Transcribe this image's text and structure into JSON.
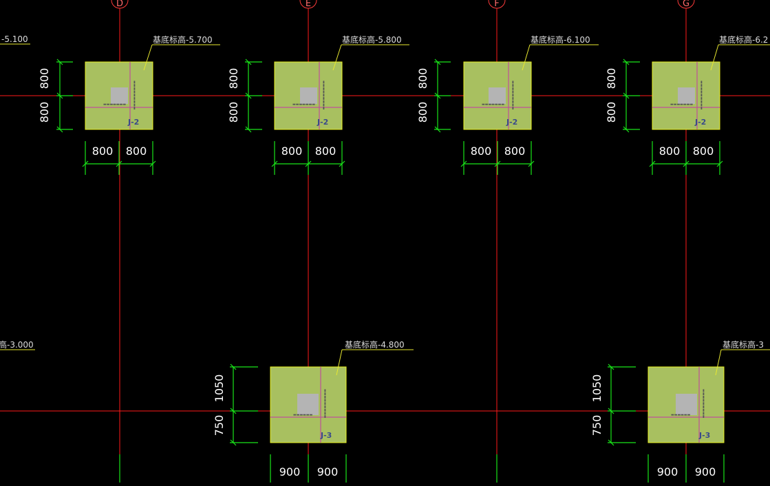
{
  "colors": {
    "background": "#000000",
    "axis": "#ff1a1a",
    "axis_bubble": "#ff3b3b",
    "dimension": "#19e619",
    "footing_fill": "#a8c060",
    "footing_border": "#e8f020",
    "column": "#b4b4b4",
    "rebar": "#c0509a",
    "leader": "#e8e830",
    "text": "#ffffff",
    "label_text": "#dcdcdc",
    "tag_text": "#3a4a8a"
  },
  "axes": [
    "D",
    "E",
    "F",
    "G"
  ],
  "footings_row1": [
    {
      "elevation": "基底标高-5.700",
      "tag": "J-2",
      "dims_left": [
        "800",
        "800"
      ],
      "dims_bottom": [
        "800",
        "800"
      ]
    },
    {
      "elevation": "基底标高-5.800",
      "tag": "J-2",
      "dims_left": [
        "800",
        "800"
      ],
      "dims_bottom": [
        "800",
        "800"
      ]
    },
    {
      "elevation": "基底标高-6.100",
      "tag": "J-2",
      "dims_left": [
        "800",
        "800"
      ],
      "dims_bottom": [
        "800",
        "800"
      ]
    },
    {
      "elevation": "基底标高-6.2",
      "tag": "J-2",
      "dims_left": [
        "800",
        "800"
      ],
      "dims_bottom": [
        "800",
        "800"
      ]
    }
  ],
  "footings_row2": [
    {
      "elevation": "基底标高-4.800",
      "tag": "J-3",
      "dims_left": [
        "1050",
        "750"
      ],
      "dims_bottom": [
        "900",
        "900"
      ]
    },
    {
      "elevation": "基底标高-3",
      "tag": "J-3",
      "dims_left": [
        "1050",
        "750"
      ],
      "dims_bottom": [
        "900",
        "900"
      ]
    }
  ],
  "partial_labels": [
    "-5.100",
    "高-3.000"
  ]
}
